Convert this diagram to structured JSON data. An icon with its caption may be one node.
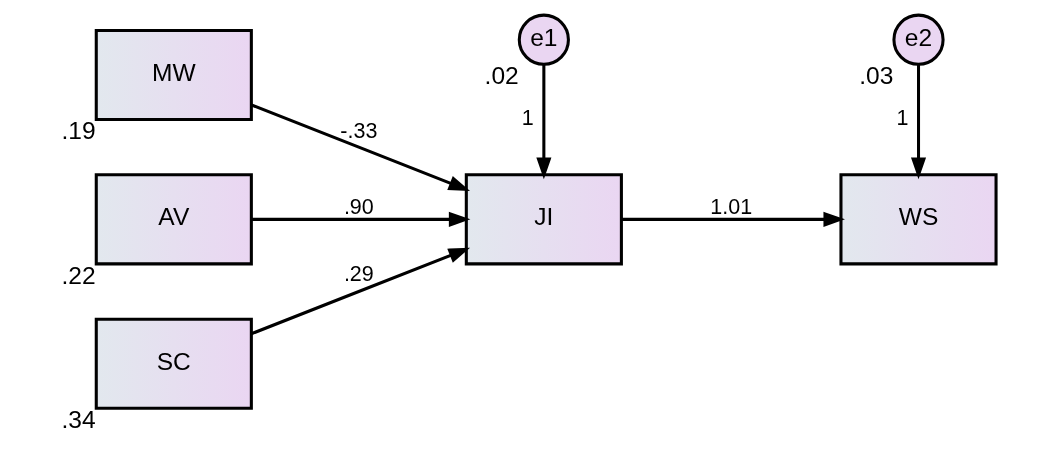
{
  "diagram": {
    "nodes": [
      {
        "text": [
          "MW"
        ],
        "beside": [
          ".19"
        ]
      },
      {
        "text": [
          "AV"
        ],
        "beside": [
          ".22"
        ]
      },
      {
        "text": [
          "SC"
        ],
        "beside": [
          ".34"
        ]
      },
      {
        "text": [
          "e1"
        ],
        "beside": [
          ".02"
        ]
      },
      {
        "text": [
          "JI"
        ]
      },
      {
        "text": [
          "WS"
        ]
      },
      {
        "text": [
          "e2"
        ],
        "beside": [
          ".03"
        ]
      }
    ],
    "edges": [
      {
        "from": 0,
        "to": 4,
        "arrow": "to",
        "label": "-.33"
      },
      {
        "from": 1,
        "to": 4,
        "arrow": "to",
        "label": ".90"
      },
      {
        "from": 2,
        "to": 4,
        "arrow": "to",
        "label": ".29"
      },
      {
        "from": 3,
        "to": 4,
        "arrow": "to",
        "label": "1"
      },
      {
        "from": 4,
        "to": 5,
        "arrow": "to",
        "label": "1.01"
      },
      {
        "from": 6,
        "to": 5,
        "arrow": "to",
        "label": "1"
      }
    ]
  }
}
